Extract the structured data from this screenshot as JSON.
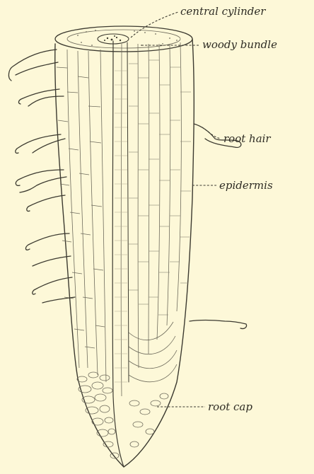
{
  "figure": {
    "background": "#fdf8d8",
    "ink": "#3c3a30",
    "labels": {
      "central_cylinder": "central cylinder",
      "woody_bundle": "woody bundle",
      "root_hair": "root hair",
      "epidermis": "epidermis",
      "root_cap": "root cap"
    }
  }
}
